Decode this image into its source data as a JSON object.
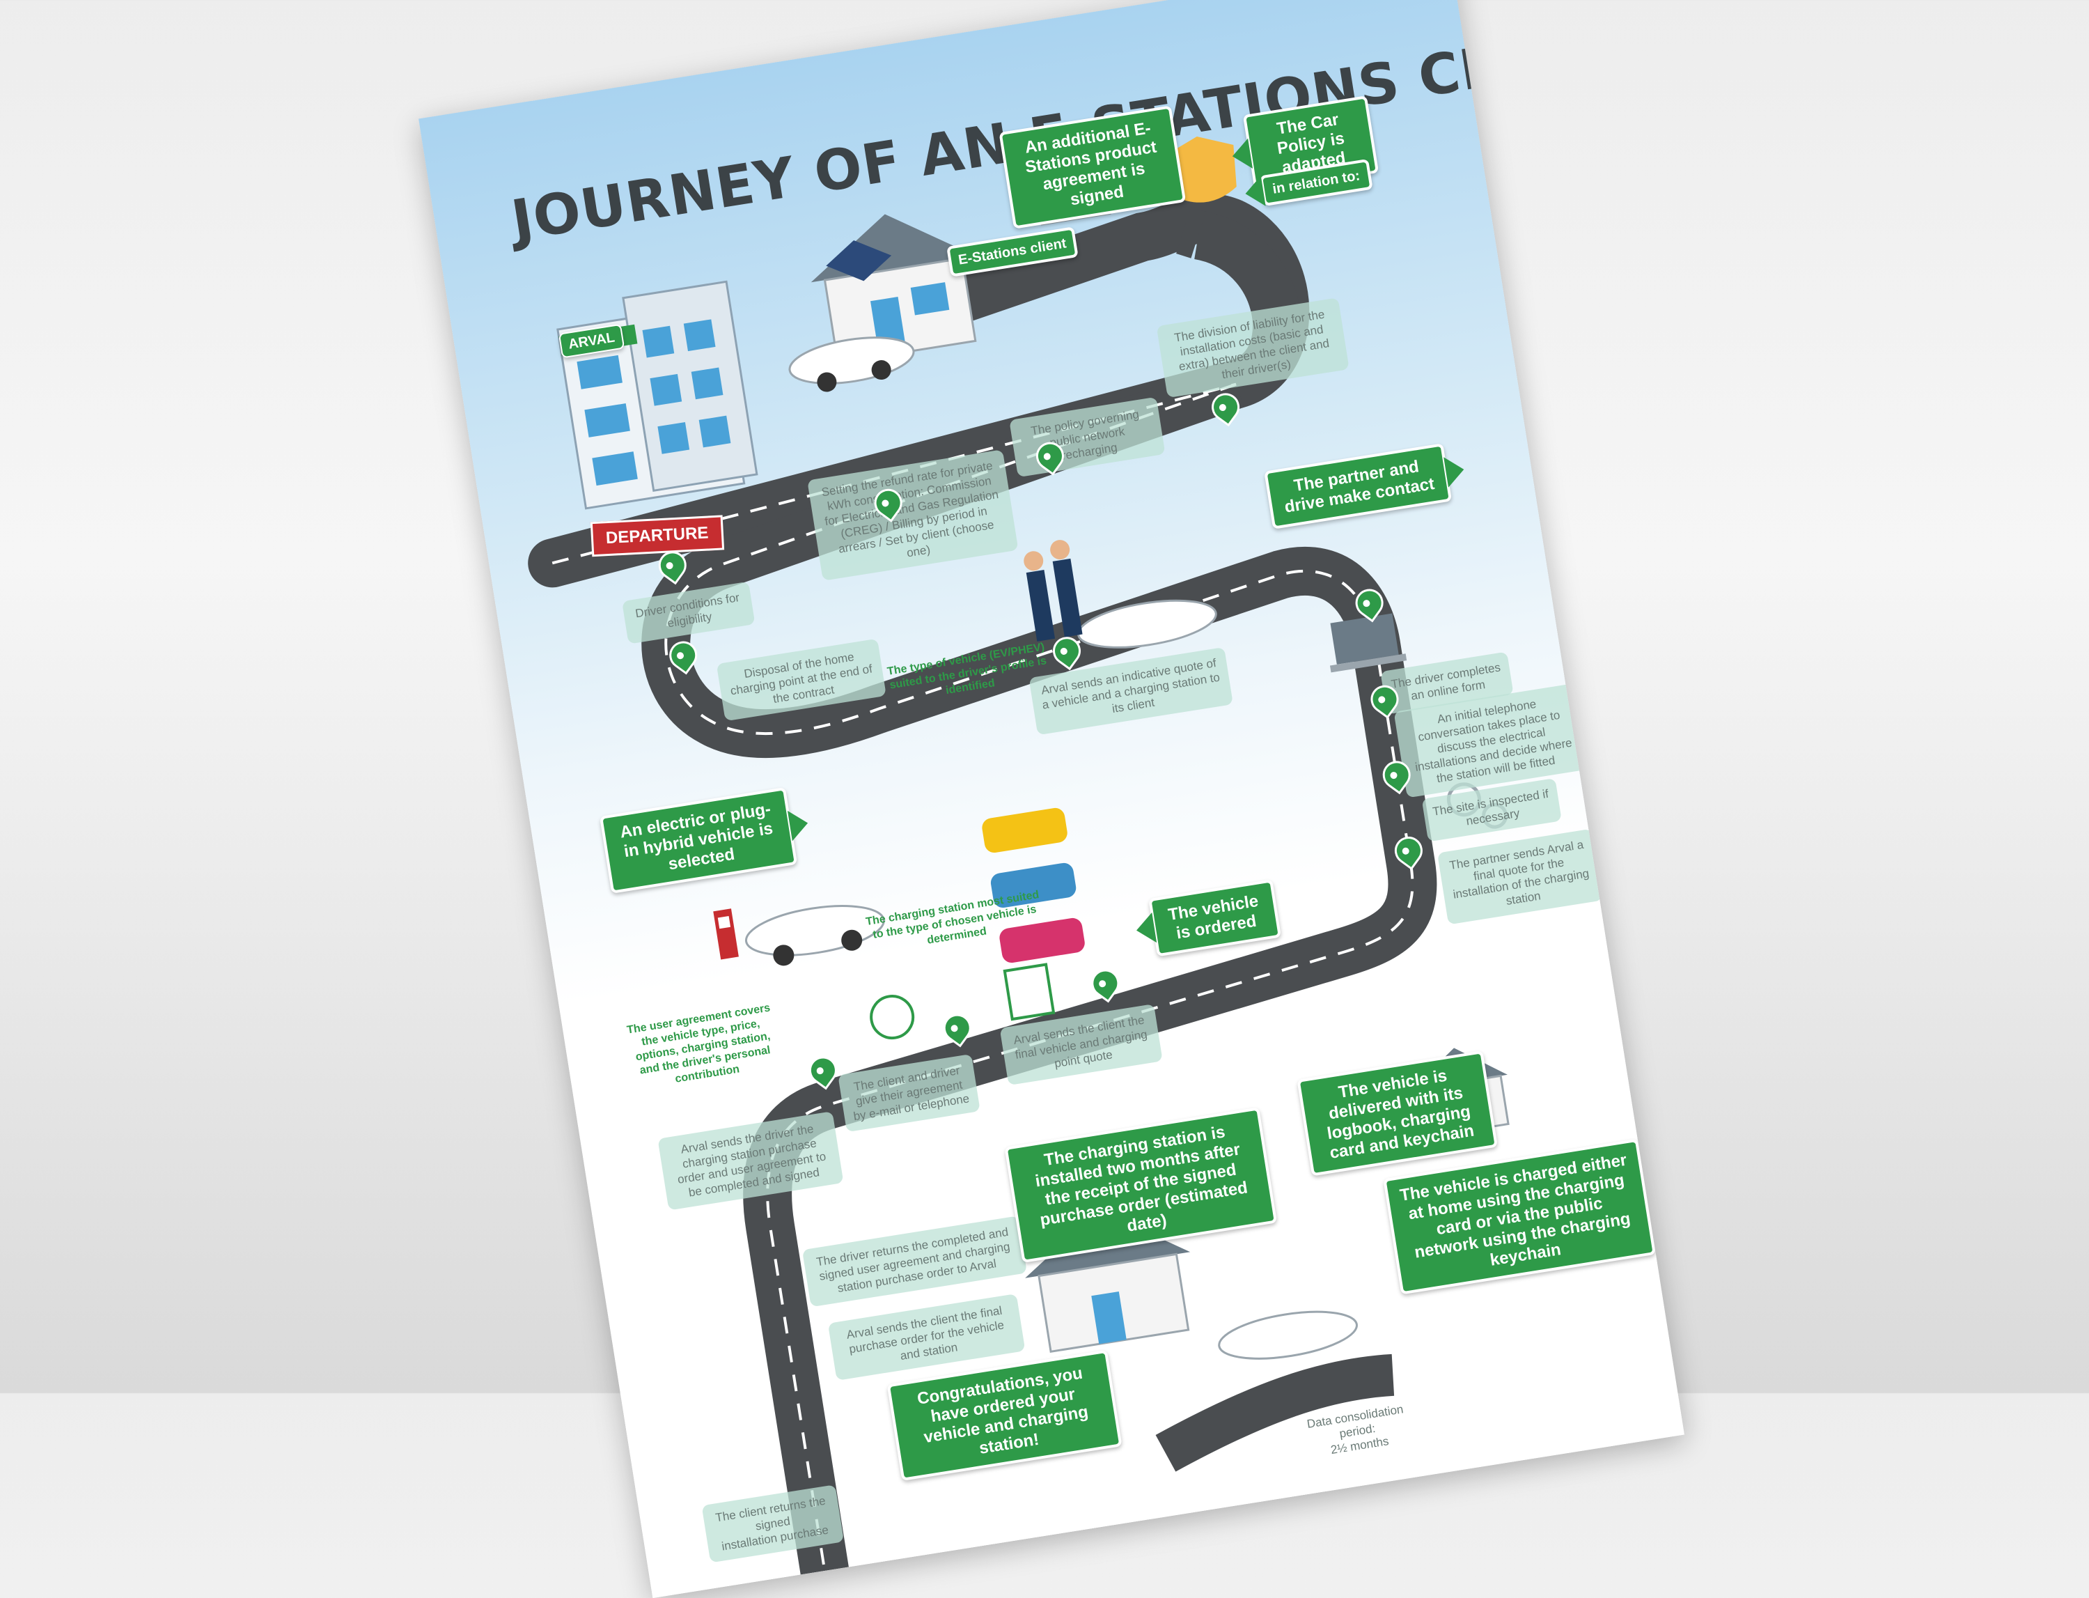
{
  "poster": {
    "title": "JOURNEY OF AN E-STATIONS CLIENT",
    "departure": "DEPARTURE",
    "building_sign": "ARVAL",
    "client_sign": "E-Stations client",
    "signs": {
      "agreement_signed": "An additional E-Stations product agreement is signed",
      "car_policy": "The Car Policy is adapted",
      "in_relation_to": "in relation to:",
      "partner_contact": "The partner and drive make contact",
      "vehicle_selected": "An electric or plug-in hybrid vehicle is selected",
      "vehicle_ordered": "The vehicle is ordered",
      "station_installed": "The charging station is installed two months after the receipt of the signed purchase order (estimated date)",
      "vehicle_delivered": "The vehicle is delivered with its logbook, charging card and keychain",
      "vehicle_charged": "The vehicle is charged either at home using the charging card or via the public network using the charging keychain",
      "congratulations": "Congratulations, you have ordered your vehicle and charging station!"
    },
    "notes": {
      "driver_conditions": "Driver conditions for eligibility",
      "refund_rate": "Setting the refund rate for private kWh consumption: Commission for Electricity and Gas Regulation (CREG) / Billing by period in arrears / Set by client (choose one)",
      "public_policy": "The policy governing public network recharging",
      "liability": "The division of liability for the installation costs (basic and extra) between the client and their driver(s)",
      "disposal": "Disposal of the home charging point at the end of the contract",
      "indicative_quote": "Arval sends an indicative quote of a vehicle and a charging station to its client",
      "online_form": "The driver completes an online form",
      "telephone": "An initial telephone conversation takes place to discuss the electrical installations and decide where the station will be fitted",
      "site_inspected": "The site is inspected if necessary",
      "final_quote_partner": "The partner sends Arval a final quote for the installation of the charging station",
      "final_quote_client": "Arval sends the client the final vehicle and charging point quote",
      "give_agreement": "The client and driver give their agreement by e-mail or telephone",
      "purchase_order": "Arval sends the driver the charging station purchase order and user agreement to be completed and signed",
      "driver_returns": "The driver returns the completed and signed user agreement and charging station purchase order to Arval",
      "final_purchase": "Arval sends the client the final purchase order for the vehicle and station",
      "client_returns": "The client returns the signed",
      "client_returns_2": "installation purchase",
      "data_consolidation": "Data consolidation period:",
      "data_months": "2½ months"
    },
    "green_text": {
      "vehicle_type": "The type of vehicle (EV/PHEV) suited to the driver's profile is identified",
      "station_suited": "The charging station most suited to the type of chosen vehicle is determined",
      "user_agreement": "The user agreement covers the vehicle type, price, options, charging station, and the driver's personal contribution"
    },
    "colors": {
      "accent": "#2e9a48",
      "road": "#4a4d50",
      "departure": "#c62d30",
      "sky": "#a9d3f0"
    }
  }
}
